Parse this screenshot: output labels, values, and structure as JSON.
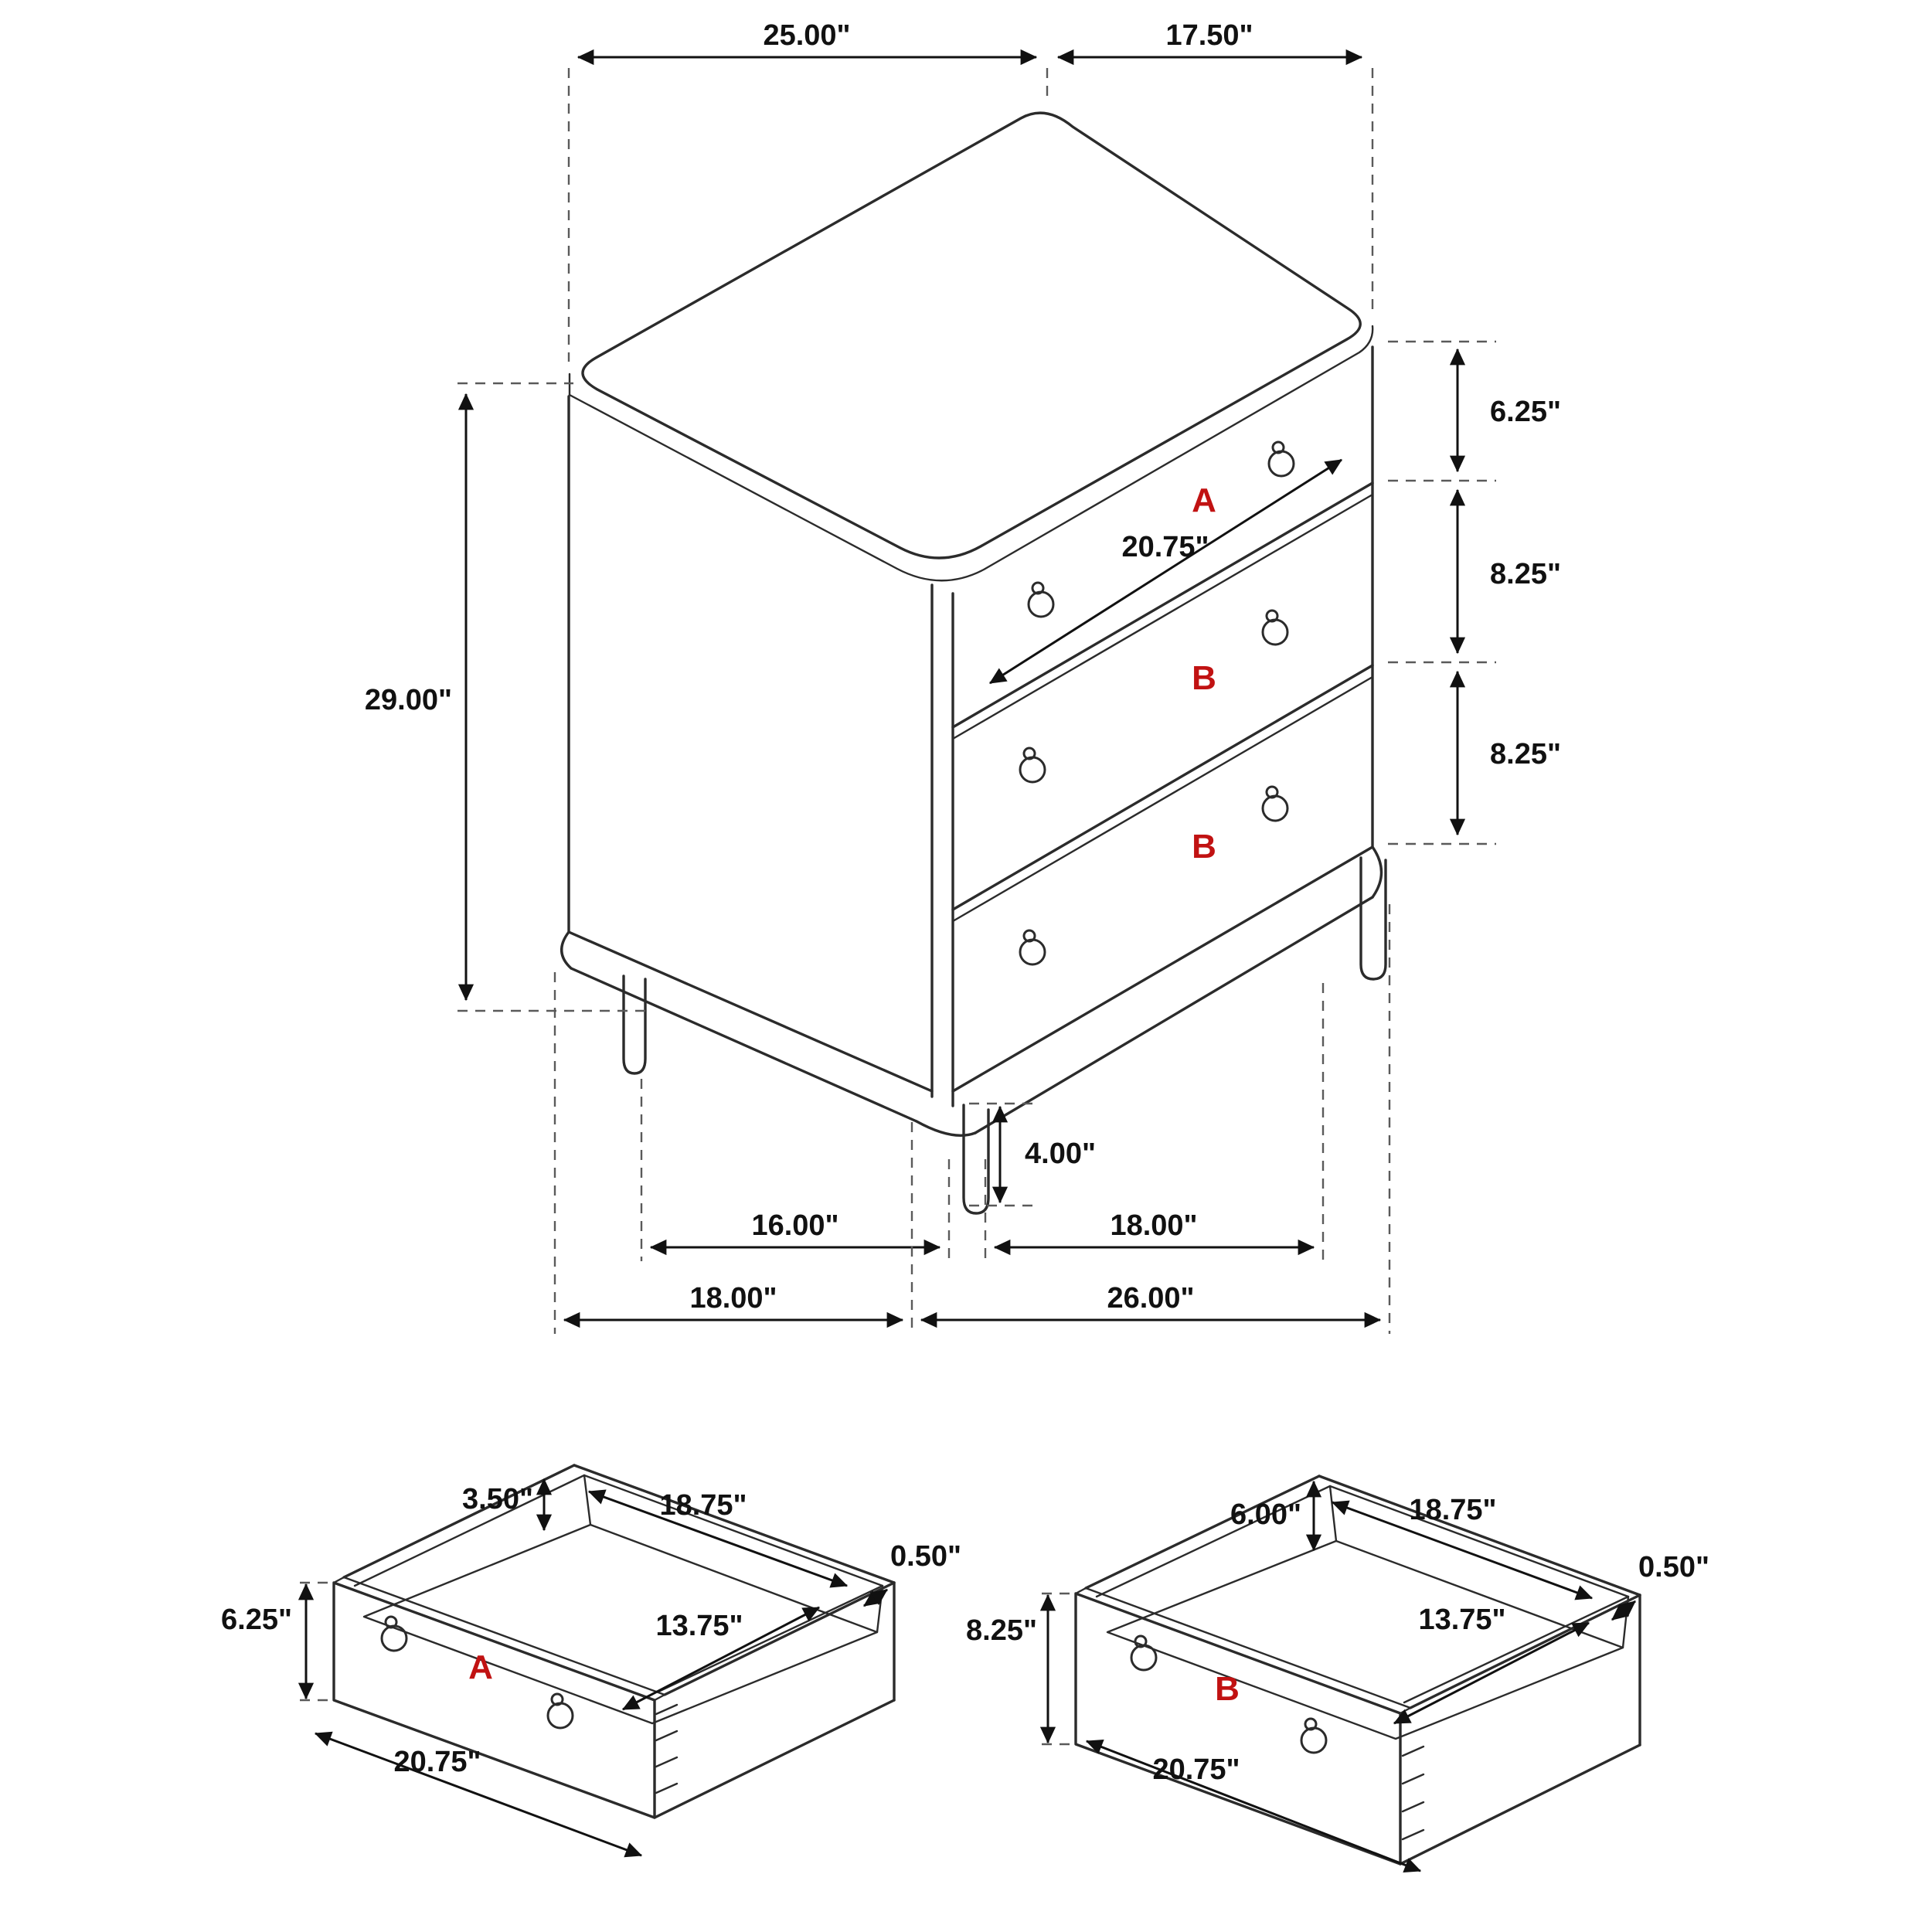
{
  "colors": {
    "line": "#2b2b2b",
    "dimension": "#111111",
    "label_red": "#c11212",
    "background": "#ffffff"
  },
  "main": {
    "top_width": "25.00\"",
    "top_depth": "17.50\"",
    "h1": "6.25\"",
    "h2": "8.25\"",
    "h3": "8.25\"",
    "total_height": "29.00\"",
    "front_width": "20.75\"",
    "leg_height": "4.00\"",
    "base_inner_left": "16.00\"",
    "base_inner_right": "18.00\"",
    "base_outer_left": "18.00\"",
    "base_outer_right": "26.00\"",
    "label_top": "A",
    "label_mid": "B",
    "label_bottom": "B"
  },
  "drawerA": {
    "label": "A",
    "wall_height": "3.50\"",
    "inner_width": "18.75\"",
    "wall_thickness": "0.50\"",
    "front_height": "6.25\"",
    "inner_depth": "13.75\"",
    "front_width": "20.75\""
  },
  "drawerB": {
    "label": "B",
    "wall_height": "6.00\"",
    "inner_width": "18.75\"",
    "wall_thickness": "0.50\"",
    "front_height": "8.25\"",
    "inner_depth": "13.75\"",
    "front_width": "20.75\""
  }
}
